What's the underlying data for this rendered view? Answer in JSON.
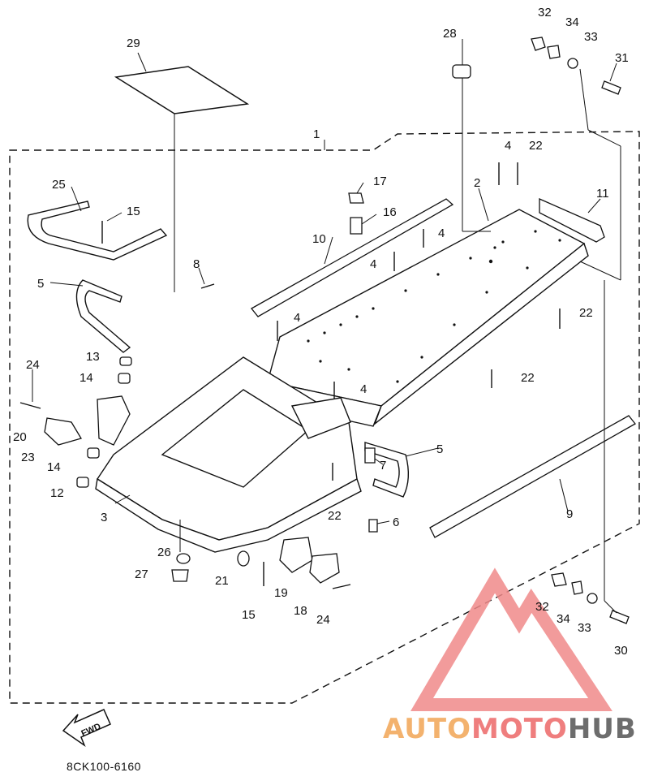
{
  "diagram": {
    "callouts": [
      {
        "id": "c1",
        "text": "1"
      },
      {
        "id": "c2",
        "text": "2"
      },
      {
        "id": "c3",
        "text": "3"
      },
      {
        "id": "c4a",
        "text": "4"
      },
      {
        "id": "c4b",
        "text": "4"
      },
      {
        "id": "c4c",
        "text": "4"
      },
      {
        "id": "c4d",
        "text": "4"
      },
      {
        "id": "c4e",
        "text": "4"
      },
      {
        "id": "c5a",
        "text": "5"
      },
      {
        "id": "c5b",
        "text": "5"
      },
      {
        "id": "c6",
        "text": "6"
      },
      {
        "id": "c7",
        "text": "7"
      },
      {
        "id": "c8",
        "text": "8"
      },
      {
        "id": "c9",
        "text": "9"
      },
      {
        "id": "c10",
        "text": "10"
      },
      {
        "id": "c11",
        "text": "11"
      },
      {
        "id": "c12",
        "text": "12"
      },
      {
        "id": "c13",
        "text": "13"
      },
      {
        "id": "c14a",
        "text": "14"
      },
      {
        "id": "c14b",
        "text": "14"
      },
      {
        "id": "c15a",
        "text": "15"
      },
      {
        "id": "c15b",
        "text": "15"
      },
      {
        "id": "c16",
        "text": "16"
      },
      {
        "id": "c17",
        "text": "17"
      },
      {
        "id": "c18",
        "text": "18"
      },
      {
        "id": "c19",
        "text": "19"
      },
      {
        "id": "c20",
        "text": "20"
      },
      {
        "id": "c21",
        "text": "21"
      },
      {
        "id": "c22a",
        "text": "22"
      },
      {
        "id": "c22b",
        "text": "22"
      },
      {
        "id": "c22c",
        "text": "22"
      },
      {
        "id": "c22d",
        "text": "22"
      },
      {
        "id": "c23",
        "text": "23"
      },
      {
        "id": "c24a",
        "text": "24"
      },
      {
        "id": "c24b",
        "text": "24"
      },
      {
        "id": "c25",
        "text": "25"
      },
      {
        "id": "c26",
        "text": "26"
      },
      {
        "id": "c27",
        "text": "27"
      },
      {
        "id": "c28",
        "text": "28"
      },
      {
        "id": "c29",
        "text": "29"
      },
      {
        "id": "c30",
        "text": "30"
      },
      {
        "id": "c31",
        "text": "31"
      },
      {
        "id": "c32a",
        "text": "32"
      },
      {
        "id": "c32b",
        "text": "32"
      },
      {
        "id": "c33a",
        "text": "33"
      },
      {
        "id": "c33b",
        "text": "33"
      },
      {
        "id": "c34a",
        "text": "34"
      },
      {
        "id": "c34b",
        "text": "34"
      }
    ],
    "fwd_label": "FWD",
    "diagram_code": "8CK100-6160"
  },
  "watermark": {
    "part1": "AUTO",
    "part2": "MOTO",
    "part3": "HUB",
    "colors": {
      "auto": "#f3b26e",
      "moto": "#ef7e7e",
      "hub": "#6d6d6d",
      "triangle": "#f08a8a"
    }
  }
}
